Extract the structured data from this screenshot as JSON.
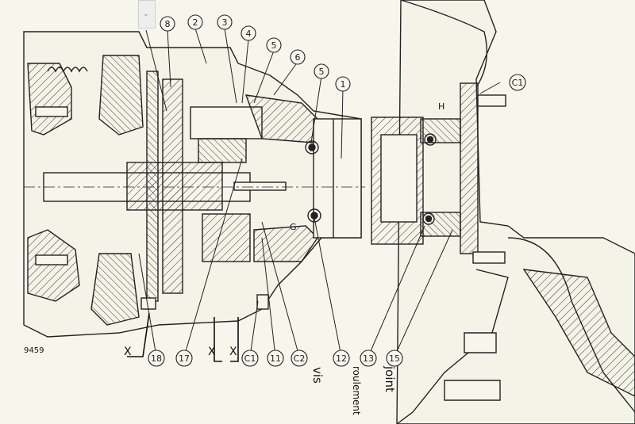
{
  "figure_number": "9459",
  "callouts": [
    "8",
    "2",
    "3",
    "4",
    "5",
    "6",
    "5",
    "1",
    "C1",
    "18",
    "17",
    "C1",
    "11",
    "C2",
    "12",
    "13",
    "15"
  ],
  "section_marks": [
    "X",
    "X",
    "X"
  ],
  "annotations": [
    "vis",
    "roulement",
    "joint"
  ],
  "dimension_labels": [
    "H",
    "G"
  ],
  "thumb_glyph": "⌄"
}
